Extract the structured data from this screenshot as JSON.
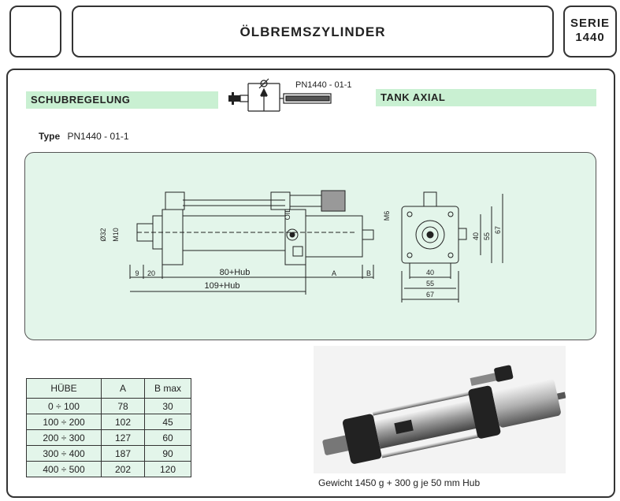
{
  "header": {
    "title": "ÖLBREMSZYLINDER",
    "serie_line1": "SERIE",
    "serie_line2": "1440"
  },
  "section": {
    "left_label": "SCHUBREGELUNG",
    "right_label": "TANK AXIAL",
    "schematic_code": "PN1440 - 01-1",
    "type_prefix": "Type",
    "type_code": "PN1440 - 01-1"
  },
  "drawing": {
    "dim_80_hub": "80+Hub",
    "dim_109_hub": "109+Hub",
    "dim_9": "9",
    "dim_20": "20",
    "dim_A": "A",
    "dim_B": "B",
    "label_m10": "M10",
    "label_d32": "Ø32",
    "label_oil": "OIL",
    "label_m6": "M6",
    "dim_40_v": "40",
    "dim_55_v": "55",
    "dim_67_v": "67",
    "dim_40_h": "40",
    "dim_55_h": "55",
    "dim_67_h": "67"
  },
  "table": {
    "headers": [
      "HÜBE",
      "A",
      "B max"
    ],
    "rows": [
      [
        "0 ÷ 100",
        "78",
        "30"
      ],
      [
        "100 ÷ 200",
        "102",
        "45"
      ],
      [
        "200 ÷ 300",
        "127",
        "60"
      ],
      [
        "300 ÷ 400",
        "187",
        "90"
      ],
      [
        "400 ÷ 500",
        "202",
        "120"
      ]
    ]
  },
  "caption": "Gewicht 1450 g + 300 g je 50 mm Hub",
  "colors": {
    "green_bar": "#c9f0d2",
    "drawing_bg": "#e3f5ea",
    "border": "#333333"
  }
}
